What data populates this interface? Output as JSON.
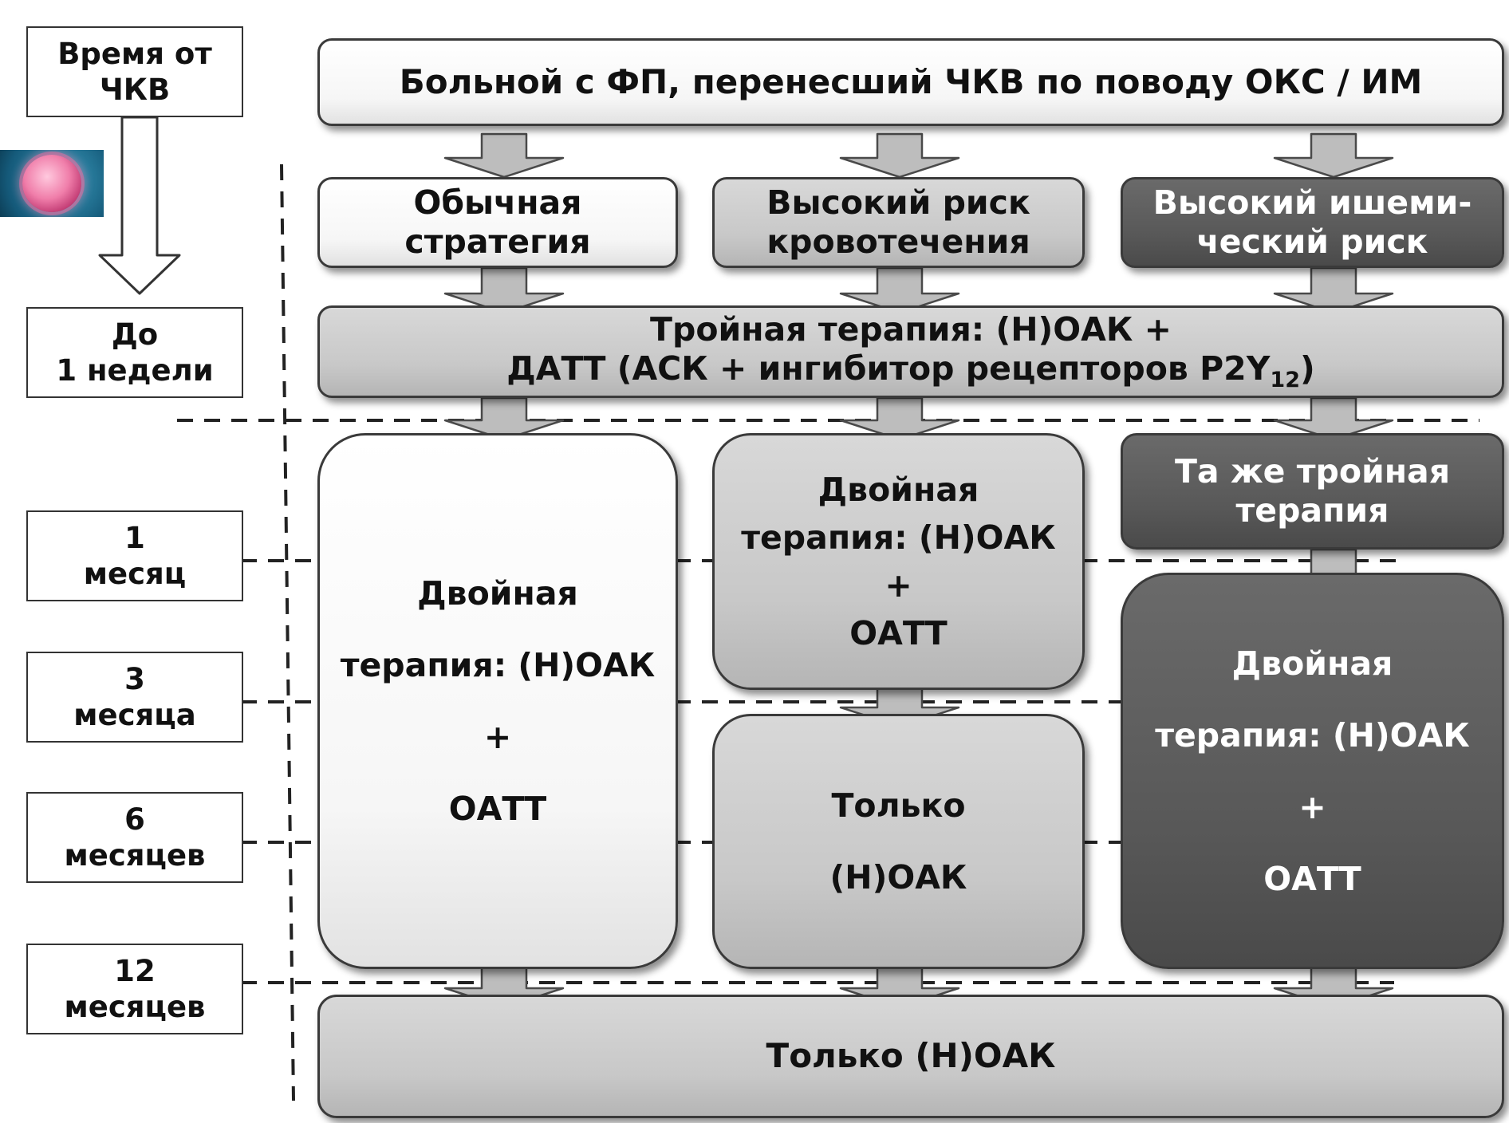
{
  "time_column": {
    "header": [
      "Время от",
      "ЧКВ"
    ],
    "marks": [
      [
        "До",
        "1 недели"
      ],
      [
        "1",
        "месяц"
      ],
      [
        "3",
        "месяца"
      ],
      [
        "6",
        "месяцев"
      ],
      [
        "12",
        "месяцев"
      ]
    ]
  },
  "top_box": "Больной с ФП, перенесший ЧКВ по поводу ОКС / ИМ",
  "strategies": {
    "usual": [
      "Обычная",
      "стратегия"
    ],
    "bleeding": [
      "Высокий риск",
      "кровотечения"
    ],
    "ischemic": [
      "Высокий ишеми-",
      "ческий риск"
    ]
  },
  "triple": {
    "line1": "Тройная терапия: (Н)ОАК +",
    "line2_main": "ДАТТ (АСК + ингибитор рецепторов P2Y",
    "line2_sub": "12",
    "line2_end": ")"
  },
  "usual_dual": [
    "Двойная",
    "терапия: (Н)ОАК",
    "+",
    "ОАТТ"
  ],
  "bleeding_dual": [
    "Двойная",
    "терапия: (Н)ОАК",
    "+",
    "ОАТТ"
  ],
  "bleeding_only": [
    "Только",
    "(Н)ОАК"
  ],
  "ischemic_same": [
    "Та же тройная",
    "терапия"
  ],
  "ischemic_dual": [
    "Двойная",
    "терапия: (Н)ОАК",
    "+",
    "ОАТТ"
  ],
  "bottom_box": "Только (Н)ОАК",
  "colors": {
    "white_box": "#ffffff",
    "gray_box": "#c9c9c9",
    "dark_box": "#585858",
    "arrow_fill": "#bdbdbd",
    "outline": "#3a3a3a"
  }
}
